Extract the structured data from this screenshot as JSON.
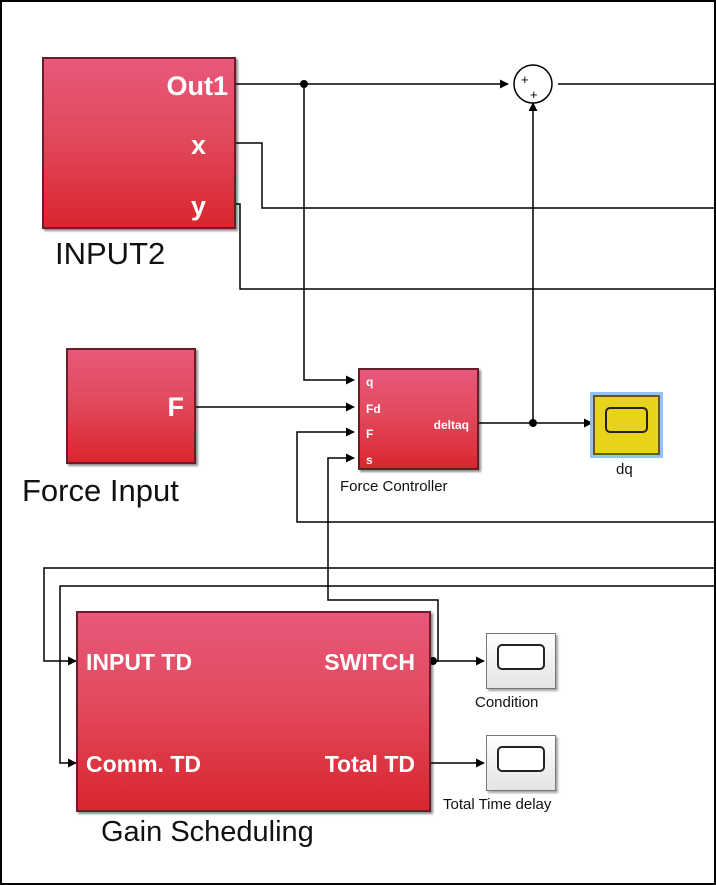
{
  "input2": {
    "ports": {
      "out1": "Out1",
      "x": "x",
      "y": "y"
    },
    "caption": "INPUT2"
  },
  "force_input": {
    "ports": {
      "f": "F"
    },
    "caption": "Force Input"
  },
  "force_controller": {
    "ports": {
      "q": "q",
      "fd": "Fd",
      "f": "F",
      "s": "s",
      "deltaq": "deltaq"
    },
    "caption": "Force Controller"
  },
  "gain_scheduling": {
    "ports": {
      "input_td": "INPUT TD",
      "comm_td": "Comm. TD",
      "switch": "SWITCH",
      "total_td": "Total TD"
    },
    "caption": "Gain Scheduling"
  },
  "sum_block": {
    "signs": {
      "top": "+",
      "bottom": "+"
    }
  },
  "scopes": {
    "dq": "dq",
    "condition": "Condition",
    "total_time_delay": "Total Time delay"
  },
  "colors": {
    "block_top": "#e8587a",
    "block_bottom": "#d9262e",
    "scope_dq": "#e7d21c",
    "scope_dq_outline": "#8fc6ee",
    "line": "#000000"
  },
  "icons": {
    "sum_block": "sum-icon",
    "scope": "scope-icon",
    "arrowhead": "arrowhead-icon",
    "junction": "junction-dot-icon"
  }
}
